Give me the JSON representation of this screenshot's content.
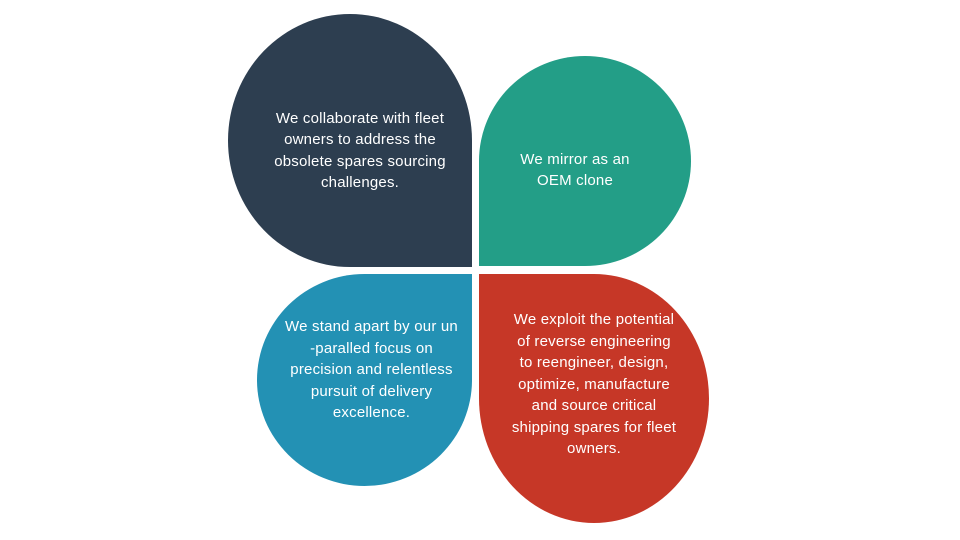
{
  "diagram": {
    "petals": [
      {
        "id": "top-left",
        "text": "We collaborate with fleet\nowners  to address the\nobsolete spares sourcing\nchallenges.",
        "color": "#2d3e50"
      },
      {
        "id": "top-right",
        "text": "We mirror as an\nOEM clone",
        "color": "#239e87"
      },
      {
        "id": "bottom-left",
        "text": "We stand apart by our un\n-paralled focus on\nprecision and relentless\npursuit of delivery\nexcellence.",
        "color": "#2391b4"
      },
      {
        "id": "bottom-right",
        "text": "We exploit the potential\nof reverse engineering\nto reengineer, design,\noptimize, manufacture\nand source critical\nshipping spares  for fleet\nowners.",
        "color": "#c63727"
      }
    ]
  }
}
